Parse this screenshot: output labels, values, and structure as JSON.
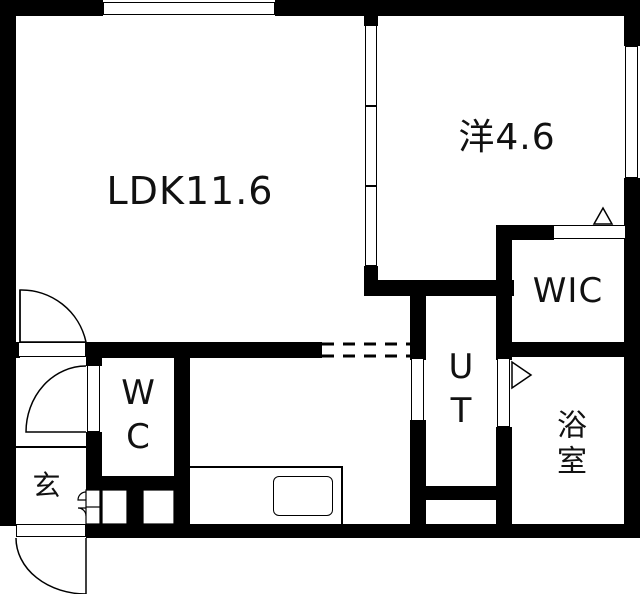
{
  "floor_plan": {
    "rooms": [
      {
        "id": "ldk",
        "label": "LDK11.6"
      },
      {
        "id": "western",
        "label": "洋4.6"
      },
      {
        "id": "wic",
        "label": "WIC"
      },
      {
        "id": "wc",
        "label": "WC"
      },
      {
        "id": "ut",
        "label": "UT"
      },
      {
        "id": "bath",
        "label": "浴室"
      },
      {
        "id": "entrance",
        "label": "玄"
      }
    ],
    "colors": {
      "wall": "#000000",
      "background": "#ffffff"
    }
  }
}
